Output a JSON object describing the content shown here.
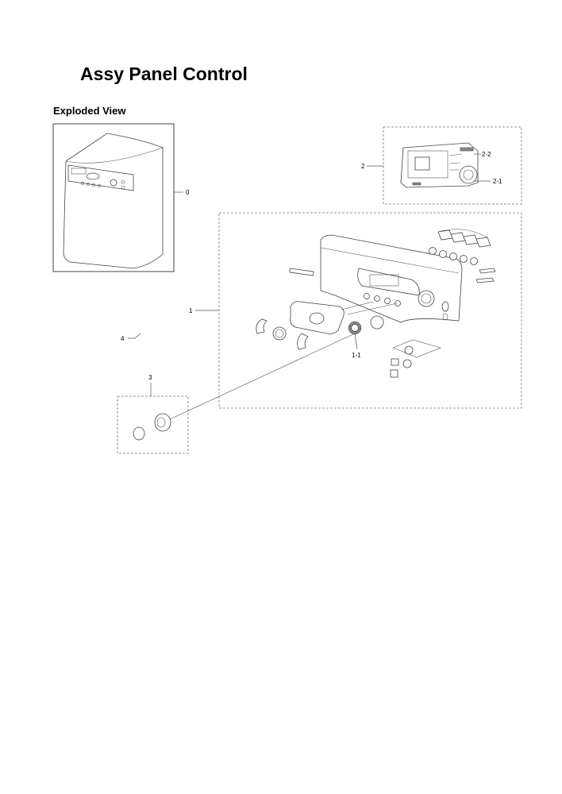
{
  "page": {
    "title": "Assy Panel Control",
    "subtitle": "Exploded View"
  },
  "callouts": {
    "c0": "0",
    "c1": "1",
    "c1_1": "1-1",
    "c2": "2",
    "c2_1": "2-1",
    "c2_2": "2-2",
    "c3": "3",
    "c4": "4"
  }
}
